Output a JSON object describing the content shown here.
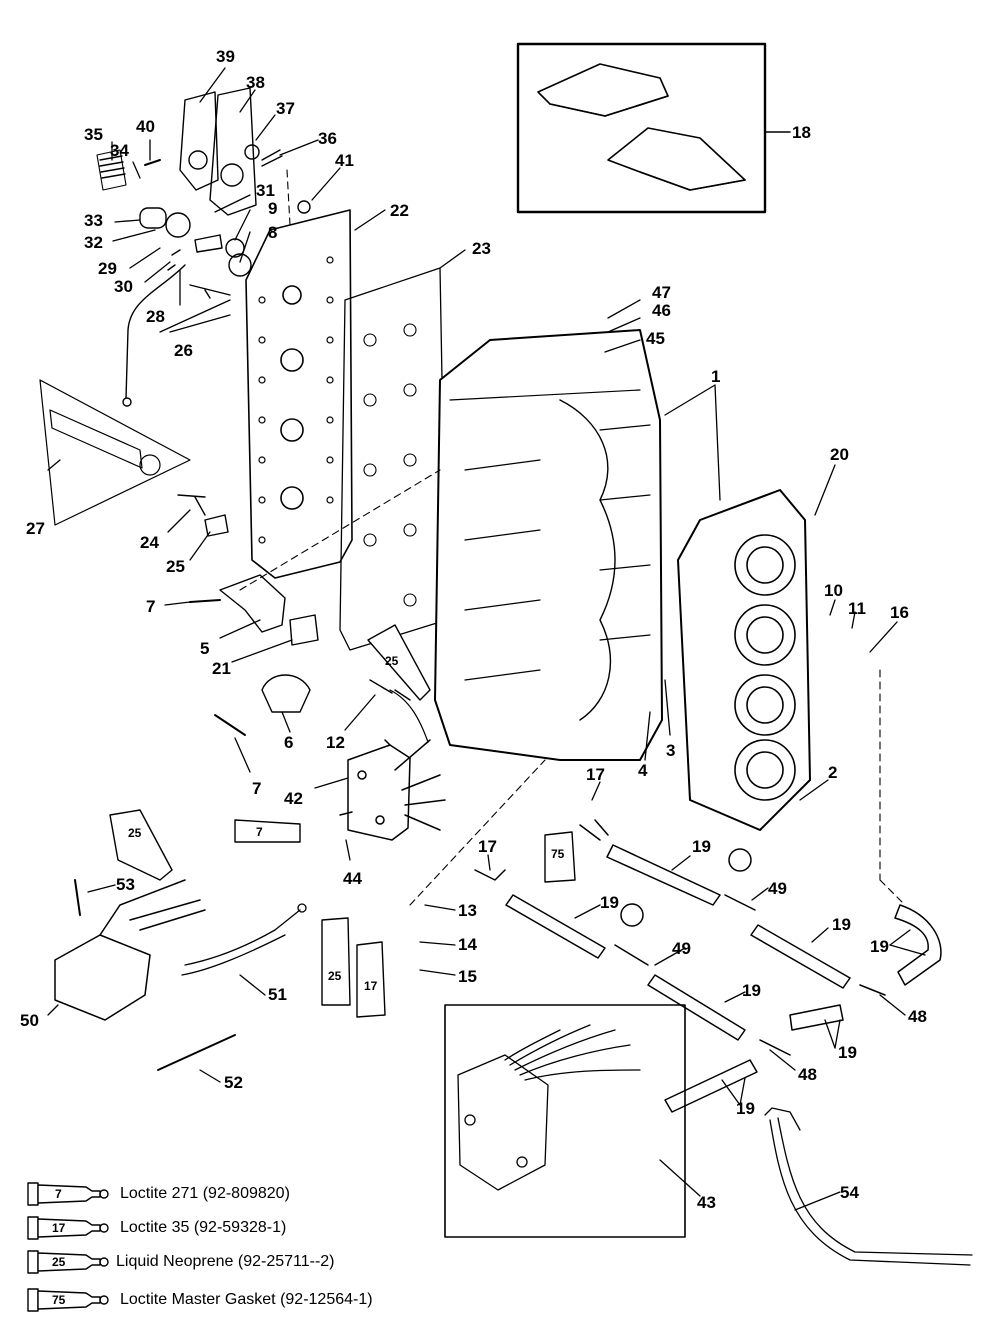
{
  "callouts": [
    {
      "id": "39",
      "label": "39"
    },
    {
      "id": "38",
      "label": "38"
    },
    {
      "id": "37",
      "label": "37"
    },
    {
      "id": "40",
      "label": "40"
    },
    {
      "id": "36",
      "label": "36"
    },
    {
      "id": "35",
      "label": "35"
    },
    {
      "id": "34",
      "label": "34"
    },
    {
      "id": "41",
      "label": "41"
    },
    {
      "id": "31",
      "label": "31"
    },
    {
      "id": "9",
      "label": "9"
    },
    {
      "id": "33",
      "label": "33"
    },
    {
      "id": "22",
      "label": "22"
    },
    {
      "id": "32",
      "label": "32"
    },
    {
      "id": "8",
      "label": "8"
    },
    {
      "id": "29",
      "label": "29"
    },
    {
      "id": "23",
      "label": "23"
    },
    {
      "id": "30",
      "label": "30"
    },
    {
      "id": "28",
      "label": "28"
    },
    {
      "id": "26",
      "label": "26"
    },
    {
      "id": "18",
      "label": "18"
    },
    {
      "id": "47",
      "label": "47"
    },
    {
      "id": "46",
      "label": "46"
    },
    {
      "id": "45",
      "label": "45"
    },
    {
      "id": "1",
      "label": "1"
    },
    {
      "id": "27",
      "label": "27"
    },
    {
      "id": "20",
      "label": "20"
    },
    {
      "id": "24",
      "label": "24"
    },
    {
      "id": "25a",
      "label": "25"
    },
    {
      "id": "7a",
      "label": "7"
    },
    {
      "id": "10",
      "label": "10"
    },
    {
      "id": "11",
      "label": "11"
    },
    {
      "id": "16",
      "label": "16"
    },
    {
      "id": "5",
      "label": "5"
    },
    {
      "id": "21",
      "label": "21"
    },
    {
      "id": "12",
      "label": "12"
    },
    {
      "id": "3",
      "label": "3"
    },
    {
      "id": "4",
      "label": "4"
    },
    {
      "id": "6",
      "label": "6"
    },
    {
      "id": "7b",
      "label": "7"
    },
    {
      "id": "2",
      "label": "2"
    },
    {
      "id": "42",
      "label": "42"
    },
    {
      "id": "17a",
      "label": "17"
    },
    {
      "id": "44",
      "label": "44"
    },
    {
      "id": "19a",
      "label": "19"
    },
    {
      "id": "17b",
      "label": "17"
    },
    {
      "id": "53",
      "label": "53"
    },
    {
      "id": "49a",
      "label": "49"
    },
    {
      "id": "13",
      "label": "13"
    },
    {
      "id": "19b",
      "label": "19"
    },
    {
      "id": "19c",
      "label": "19"
    },
    {
      "id": "14",
      "label": "14"
    },
    {
      "id": "49b",
      "label": "49"
    },
    {
      "id": "19d",
      "label": "19"
    },
    {
      "id": "15",
      "label": "15"
    },
    {
      "id": "51",
      "label": "51"
    },
    {
      "id": "19e",
      "label": "19"
    },
    {
      "id": "50",
      "label": "50"
    },
    {
      "id": "48a",
      "label": "48"
    },
    {
      "id": "19f",
      "label": "19"
    },
    {
      "id": "48b",
      "label": "48"
    },
    {
      "id": "52",
      "label": "52"
    },
    {
      "id": "19g",
      "label": "19"
    },
    {
      "id": "43",
      "label": "43"
    },
    {
      "id": "54",
      "label": "54"
    }
  ],
  "tube_labels": {
    "t25a": "25",
    "t7": "7",
    "t75": "75",
    "t25b": "25",
    "t25c": "25",
    "t17": "17"
  },
  "legend": [
    {
      "code": "7",
      "text": "Loctite 271 (92-809820)"
    },
    {
      "code": "17",
      "text": "Loctite 35 (92-59328-1)"
    },
    {
      "code": "25",
      "text": "Liquid Neoprene (92-25711--2)"
    },
    {
      "code": "75",
      "text": "Loctite Master Gasket (92-12564-1)"
    }
  ]
}
